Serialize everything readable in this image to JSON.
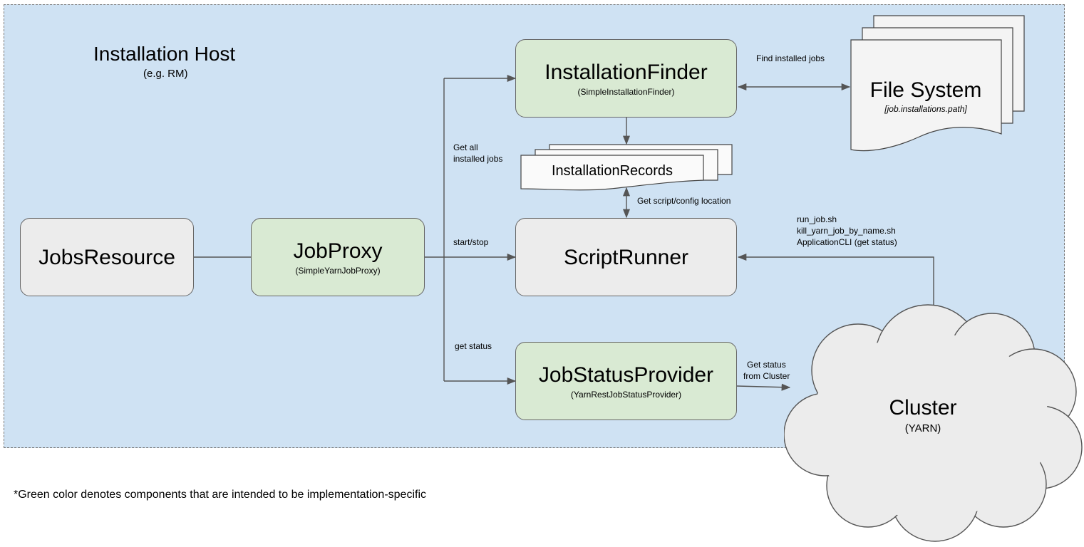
{
  "host": {
    "title": "Installation Host",
    "subtitle": "(e.g. RM)"
  },
  "nodes": {
    "jobs_resource": {
      "title": "JobsResource"
    },
    "job_proxy": {
      "title": "JobProxy",
      "note": "(SimpleYarnJobProxy)"
    },
    "installation_finder": {
      "title": "InstallationFinder",
      "note": "(SimpleInstallationFinder)"
    },
    "installation_records": {
      "title": "InstallationRecords"
    },
    "script_runner": {
      "title": "ScriptRunner"
    },
    "job_status_provider": {
      "title": "JobStatusProvider",
      "note": "(YarnRestJobStatusProvider)"
    },
    "file_system": {
      "title": "File System",
      "note": "[job.installations.path]"
    },
    "cluster": {
      "title": "Cluster",
      "note": "(YARN)"
    }
  },
  "edge_labels": {
    "find_installed": "Find installed jobs",
    "get_all_line1": "Get all",
    "get_all_line2": "installed jobs",
    "get_script": "Get script/config location",
    "start_stop": "start/stop",
    "run_job": "run_job.sh",
    "kill_job": "kill_yarn_job_by_name.sh",
    "app_cli": "ApplicationCLI (get status)",
    "get_status": "get status",
    "get_status_cluster_line1": "Get status",
    "get_status_cluster_line2": "from Cluster"
  },
  "footnote": "*Green color denotes components that are intended to be implementation-specific",
  "colors": {
    "host_region": "#cfe2f3",
    "gray_node": "#ececec",
    "green_node": "#d9ead3",
    "stroke": "#555555"
  }
}
